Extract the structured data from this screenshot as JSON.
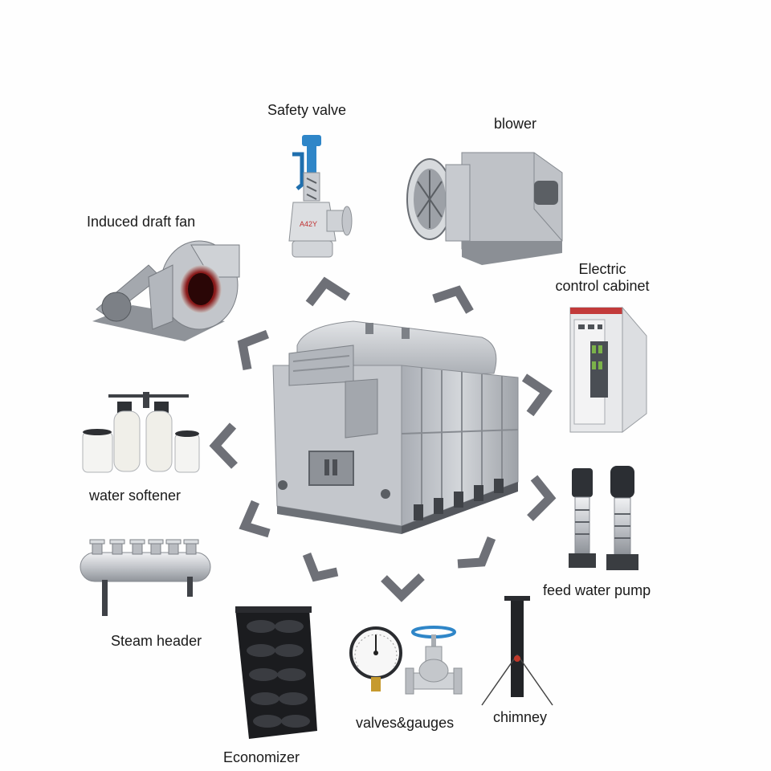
{
  "diagram": {
    "labels": {
      "safety_valve": "Safety valve",
      "blower": "blower",
      "induced_draft_fan": "Induced draft fan",
      "electric_cabinet_line1": "Electric",
      "electric_cabinet_line2": "control cabinet",
      "water_softener": "water softener",
      "feed_water_pump": "feed water pump",
      "steam_header": "Steam header",
      "valves_gauges": "valves&gauges",
      "chimney": "chimney",
      "economizer": "Economizer"
    },
    "valve_nameplate": "A42Y",
    "colors": {
      "arrow": "#6e7077",
      "equipment_body": "#b9bcc2",
      "equipment_dark": "#55585e",
      "valve_blue": "#2f86c8",
      "label_text": "#1a1a1a"
    }
  }
}
